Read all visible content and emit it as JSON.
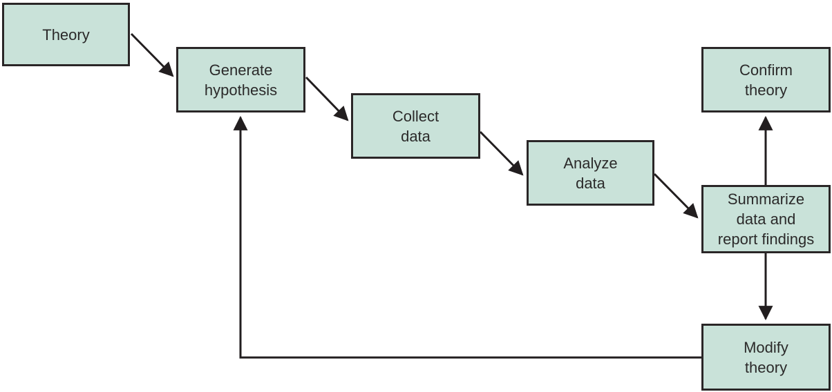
{
  "colors": {
    "background": "#ffffff",
    "box_fill": "#c9e2d9",
    "box_border": "#2a2627",
    "arrow": "#221e1f",
    "text": "#2b2a2a"
  },
  "nodes": [
    {
      "id": "theory",
      "label": "Theory",
      "lines": [
        "Theory"
      ]
    },
    {
      "id": "generate-hypothesis",
      "label": "Generate hypothesis",
      "lines": [
        "Generate",
        "hypothesis"
      ]
    },
    {
      "id": "collect-data",
      "label": "Collect data",
      "lines": [
        "Collect",
        "data"
      ]
    },
    {
      "id": "analyze-data",
      "label": "Analyze data",
      "lines": [
        "Analyze",
        "data"
      ]
    },
    {
      "id": "summarize-findings",
      "label": "Summarize data and report findings",
      "lines": [
        "Summarize",
        "data and",
        "report findings"
      ]
    },
    {
      "id": "confirm-theory",
      "label": "Confirm theory",
      "lines": [
        "Confirm",
        "theory"
      ]
    },
    {
      "id": "modify-theory",
      "label": "Modify theory",
      "lines": [
        "Modify",
        "theory"
      ]
    }
  ],
  "edges": [
    {
      "from": "Theory",
      "to": "Generate hypothesis"
    },
    {
      "from": "Generate hypothesis",
      "to": "Collect data"
    },
    {
      "from": "Collect data",
      "to": "Analyze data"
    },
    {
      "from": "Analyze data",
      "to": "Summarize data and report findings"
    },
    {
      "from": "Summarize data and report findings",
      "to": "Confirm theory"
    },
    {
      "from": "Summarize data and report findings",
      "to": "Modify theory"
    },
    {
      "from": "Modify theory",
      "to": "Generate hypothesis"
    }
  ]
}
